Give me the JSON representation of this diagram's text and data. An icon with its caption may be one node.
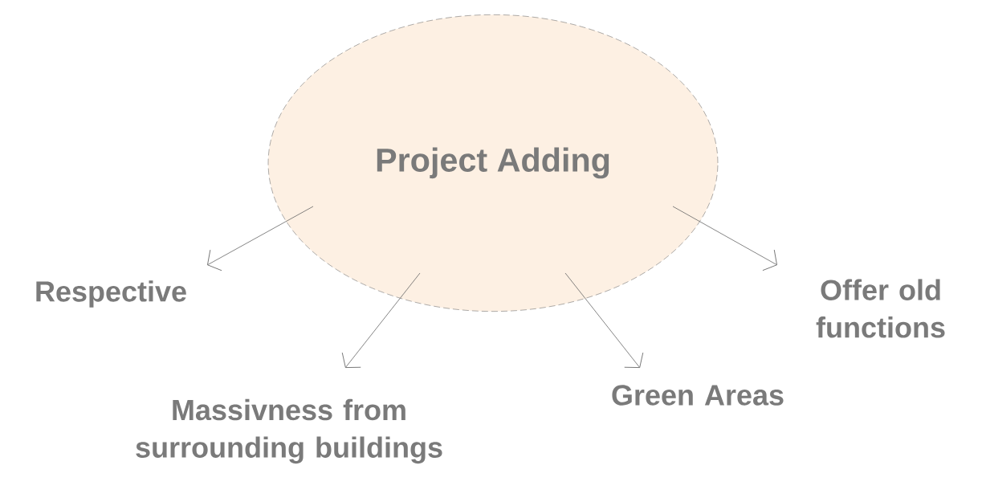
{
  "diagram": {
    "nodes": [
      {
        "text": [
          "Project Adding"
        ]
      },
      {
        "text": [
          "Respective"
        ]
      },
      {
        "text": [
          "Massivness from surrounding buildings"
        ]
      },
      {
        "text": [
          "Green Areas"
        ]
      },
      {
        "text": [
          "Offer old functions"
        ]
      }
    ],
    "edges": [
      {
        "from": 0,
        "to": 1,
        "arrow": "to"
      },
      {
        "from": 0,
        "to": 2,
        "arrow": "to"
      },
      {
        "from": 0,
        "to": 3,
        "arrow": "to"
      },
      {
        "from": 0,
        "to": 4,
        "arrow": "to"
      }
    ]
  }
}
